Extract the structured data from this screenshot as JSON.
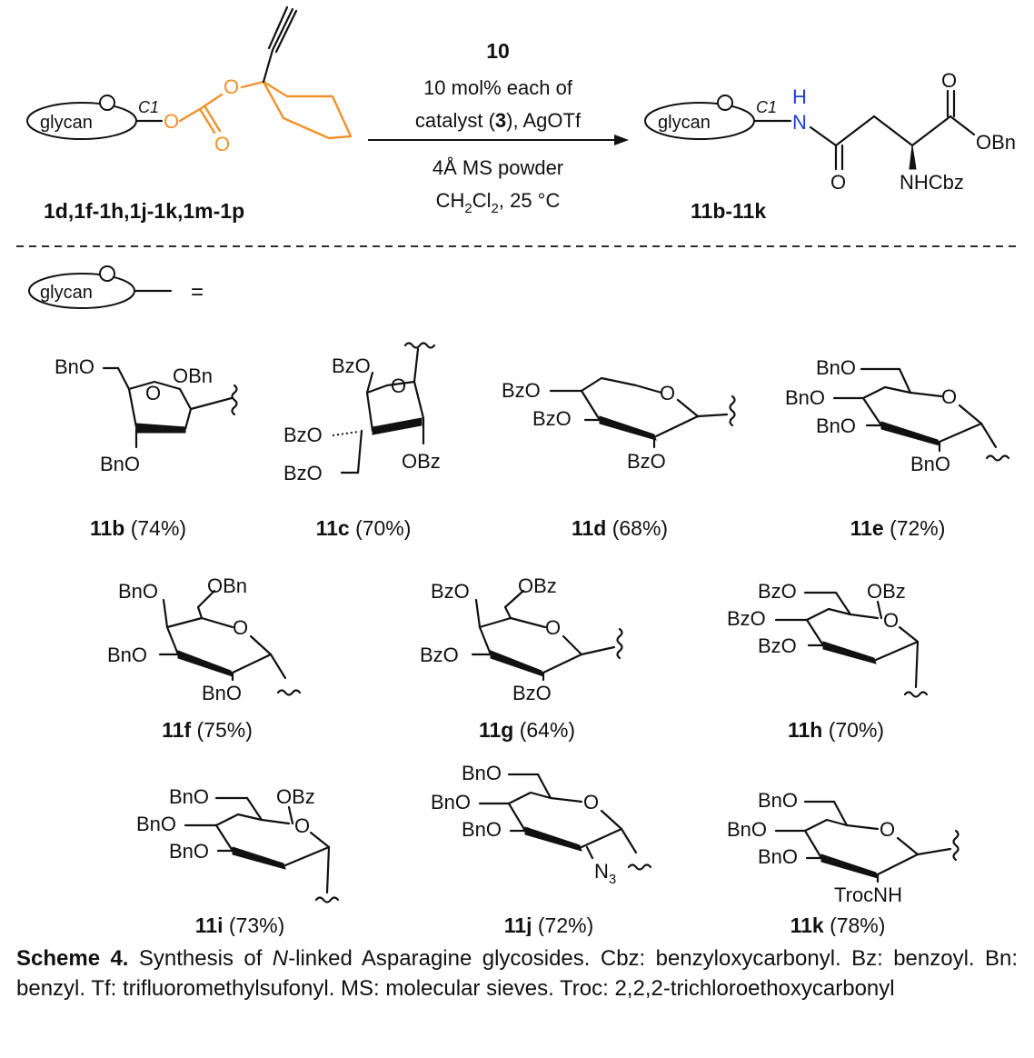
{
  "reaction": {
    "reagent_number": "10",
    "conditions_line1": "10 mol% each of",
    "conditions_line2_pre": "catalyst (",
    "conditions_line2_num": "3",
    "conditions_line2_post": "), AgOTf",
    "conditions_line3": "4Å MS powder",
    "solvent_pre": "CH",
    "solvent_sub1": "2",
    "solvent_mid": "Cl",
    "solvent_sub2": "2",
    "solvent_post": ", 25 °C",
    "starting_label": "1d,1f-1h,1j-1k,1m-1p",
    "product_label": "11b-11k",
    "glycan_text": "glycan",
    "c1_text": "C1",
    "atoms": {
      "O": "O",
      "H": "H",
      "N": "N",
      "OBn": "OBn",
      "NHCbz": "NHCbz"
    },
    "colors": {
      "orange": "#f0922a",
      "blue": "#1f3fd6"
    }
  },
  "legend": {
    "glycan_text": "glycan",
    "equals": "="
  },
  "compounds": [
    {
      "id": "11b",
      "yield": "(74%)",
      "labels": [
        "BnO",
        "OBn",
        "O",
        "BnO"
      ]
    },
    {
      "id": "11c",
      "yield": "(70%)",
      "labels": [
        "BzO",
        "O",
        "BzO",
        "BzO",
        "OBz"
      ]
    },
    {
      "id": "11d",
      "yield": "(68%)",
      "labels": [
        "BzO",
        "O",
        "BzO",
        "BzO"
      ]
    },
    {
      "id": "11e",
      "yield": "(72%)",
      "labels": [
        "BnO",
        "BnO",
        "O",
        "BnO",
        "BnO"
      ]
    },
    {
      "id": "11f",
      "yield": "(75%)",
      "labels": [
        "BnO",
        "OBn",
        "O",
        "BnO",
        "BnO"
      ]
    },
    {
      "id": "11g",
      "yield": "(64%)",
      "labels": [
        "BzO",
        "OBz",
        "O",
        "BzO",
        "BzO"
      ]
    },
    {
      "id": "11h",
      "yield": "(70%)",
      "labels": [
        "BzO",
        "OBz",
        "BzO",
        "O",
        "BzO"
      ]
    },
    {
      "id": "11i",
      "yield": "(73%)",
      "labels": [
        "BnO",
        "OBz",
        "BnO",
        "O",
        "BnO"
      ]
    },
    {
      "id": "11j",
      "yield": "(72%)",
      "labels": [
        "BnO",
        "BnO",
        "O",
        "BnO",
        "N",
        "3"
      ]
    },
    {
      "id": "11k",
      "yield": "(78%)",
      "labels": [
        "BnO",
        "BnO",
        "O",
        "BnO",
        "TrocNH"
      ]
    }
  ],
  "caption": {
    "scheme_label": "Scheme 4.",
    "part1": " Synthesis of ",
    "italic": "N",
    "part2": "-linked Asparagine glycosides. Cbz: benzyloxycarbonyl. Bz: benzoyl. Bn: benzyl. Tf: trifluoromethylsufonyl. MS: molecular sieves. Troc: 2,2,2-trichloroethoxycarbonyl"
  }
}
